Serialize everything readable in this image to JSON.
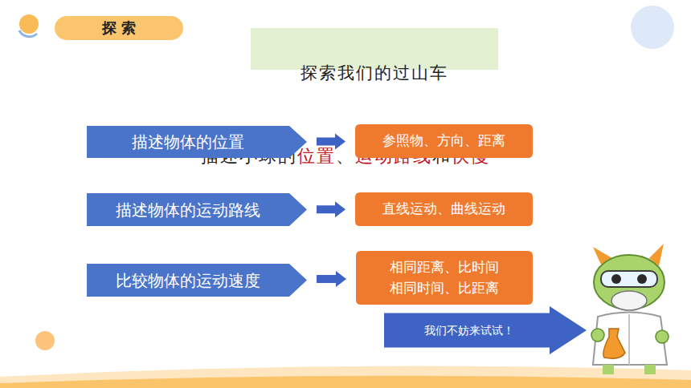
{
  "diagram": {
    "title": "探索我们的过山车",
    "nodes": [
      {
        "text": [
          "描述物体的位置"
        ]
      },
      {
        "text": [
          "参照物、方向、距离"
        ]
      },
      {
        "text": [
          "描述物体的运动路线"
        ]
      },
      {
        "text": [
          "直线运动、曲线运动"
        ]
      },
      {
        "text": [
          "比较物体的运动速度"
        ]
      },
      {
        "text": [
          "相同距离、比时间",
          "相同时间、比距离"
        ]
      },
      {
        "text": [
          "我们不妨来试试！"
        ]
      }
    ],
    "edges": [
      {
        "from": 0,
        "to": 1,
        "arrow": "to"
      },
      {
        "from": 2,
        "to": 3,
        "arrow": "to"
      },
      {
        "from": 4,
        "to": 5,
        "arrow": "to"
      }
    ],
    "labels": [
      "探 索",
      "描述小球的",
      "位置",
      "、",
      "运动路线",
      "和",
      "快慢"
    ]
  }
}
